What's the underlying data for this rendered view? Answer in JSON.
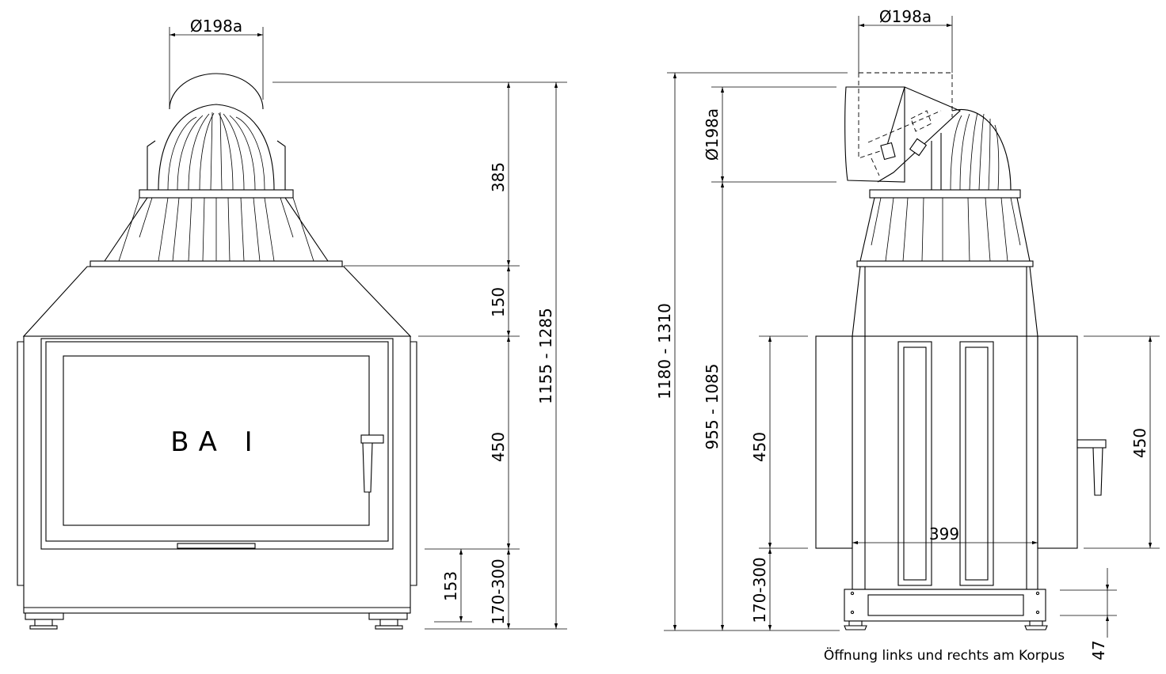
{
  "front_view": {
    "door_label": "BA I",
    "dim_top_diameter": "Ø198a",
    "dim_385": "385",
    "dim_150": "150",
    "dim_450": "450",
    "dim_153": "153",
    "dim_170_300": "170-300",
    "dim_total": "1155 - 1285"
  },
  "side_view": {
    "dim_top_diameter": "Ø198a",
    "dim_side_diameter": "Ø198a",
    "dim_total": "1180 - 1310",
    "dim_955_1085": "955 - 1085",
    "dim_450_left": "450",
    "dim_170_300": "170-300",
    "dim_399": "399",
    "dim_450_right": "450",
    "dim_47": "47",
    "note": "Öffnung links und rechts am Korpus"
  }
}
